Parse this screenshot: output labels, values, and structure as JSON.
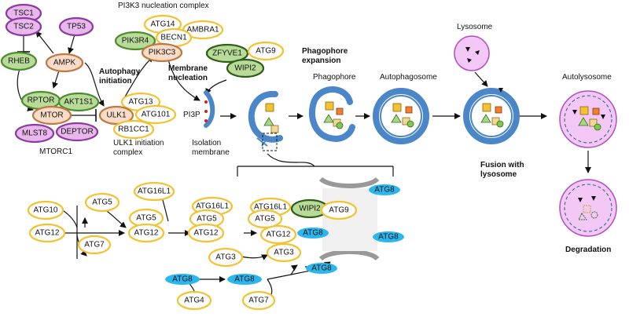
{
  "colors": {
    "purple_fill": "#e8b8ec",
    "purple_stroke": "#8c3aa0",
    "yellow_fill": "#ffffff",
    "yellow_stroke": "#f2c230",
    "green_fill": "#b8dc98",
    "green_stroke": "#4e8a2e",
    "darkgreen_fill": "#b8dc98",
    "darkgreen_stroke": "#2e5e1a",
    "orange_fill": "#f8dcc8",
    "orange_stroke": "#c07840",
    "blue_fill": "#2bb6ee",
    "membrane": "#4a86c8",
    "lysosome_fill": "#f4c8f6",
    "lysosome_stroke": "#b050c0"
  },
  "nodes": {
    "tsc1": "TSC1",
    "tsc2": "TSC2",
    "tp53": "TP53",
    "rheb": "RHEB",
    "ampk": "AMPK",
    "rptor": "RPTOR",
    "akt1s1": "AKT1S1",
    "mtor": "MTOR",
    "mlst8": "MLST8",
    "deptor": "DEPTOR",
    "atg14": "ATG14",
    "ambra1": "AMBRA1",
    "pik3r4": "PIK3R4",
    "becn1": "BECN1",
    "pik3c3": "PIK3C3",
    "zfyve1": "ZFYVE1",
    "atg9_top": "ATG9",
    "wipi2_top": "WIPI2",
    "atg13": "ATG13",
    "ulk1": "ULK1",
    "atg101": "ATG101",
    "rb1cc1": "RB1CC1",
    "atg10": "ATG10",
    "atg5_a": "ATG5",
    "atg12_a": "ATG12",
    "atg7_a": "ATG7",
    "atg16l1_b": "ATG16L1",
    "atg5_b": "ATG5",
    "atg12_b": "ATG12",
    "atg16l1_c": "ATG16L1",
    "atg5_c": "ATG5",
    "atg12_c": "ATG12",
    "atg16l1_d": "ATG16L1",
    "wipi2_d": "WIPI2",
    "atg9_d": "ATG9",
    "atg5_d": "ATG5",
    "atg12_d": "ATG12",
    "atg3_a": "ATG3",
    "atg3_b": "ATG3",
    "atg8_lipid_1": "ATG8",
    "atg8_lipid_2": "ATG8",
    "atg8_lipid_3": "ATG8",
    "atg8_lipid_4": "ATG8",
    "atg8_a": "ATG8",
    "atg8_b": "ATG8",
    "atg4": "ATG4",
    "atg7_b": "ATG7"
  },
  "labels": {
    "mtorc1": "MTORC1",
    "pi3k3_complex": "PI3K3 nucleation complex",
    "autophagy_initiation": "Autophagy\ninitiation",
    "membrane_nucleation": "Membrane\nnucleation",
    "ulk1_complex": "ULK1 initiation\ncomplex",
    "pi3p": "PI3P",
    "isolation_membrane": "Isolation\nmembrane",
    "phagophore_expansion": "Phagophore\nexpansion",
    "phagophore": "Phagophore",
    "autophagosome": "Autophagosome",
    "lysosome": "Lysosome",
    "fusion": "Fusion with\nlysosome",
    "autolysosome": "Autolysosome",
    "degradation": "Degradation"
  }
}
